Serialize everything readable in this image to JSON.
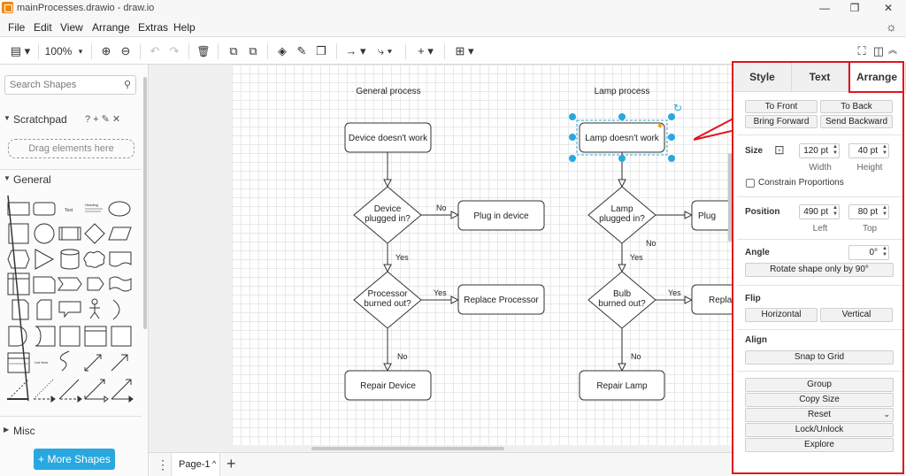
{
  "window": {
    "title": "mainProcesses.drawio - draw.io",
    "minimize": "—",
    "maximize": "❐",
    "close": "✕",
    "settings_icon": "☼"
  },
  "menu": [
    "File",
    "Edit",
    "View",
    "Arrange",
    "Extras",
    "Help"
  ],
  "toolbar": {
    "zoom": "100%",
    "panel_toggle_icon": "▤ ▾",
    "zoom_in_icon": "⊕",
    "zoom_out_icon": "⊖",
    "undo_icon": "↶",
    "redo_icon": "↷",
    "delete_icon": "🗑",
    "to_front_icon": "⧉",
    "to_back_icon": "⧉",
    "fill_icon": "◈",
    "line_color_icon": "✎",
    "shadow_icon": "❒",
    "connection_icon": "→ ▾",
    "waypoint_icon": "⤷ ▾",
    "insert_icon": "+ ▾",
    "table_icon": "⊞ ▾",
    "fullscreen_icon": "⛶",
    "format_icon": "◫",
    "collapse_icon": "︽"
  },
  "sidebar": {
    "search_placeholder": "Search Shapes",
    "scratchpad_label": "Scratchpad",
    "scratchpad_icons": "? + ✎ ✕",
    "drag_hint": "Drag elements here",
    "general_label": "General",
    "misc_label": "Misc",
    "more_shapes": "+ More Shapes",
    "shape_text_label": "Text",
    "shape_heading_label": "Heading",
    "shape_list_item_label": "List Item"
  },
  "diagram": {
    "general_title": "General process",
    "lamp_title": "Lamp process",
    "general": {
      "start": "Device doesn't work",
      "q1": [
        "Device",
        "plugged in?"
      ],
      "a1": "Plug in device",
      "q2": [
        "Processor",
        "burned out?"
      ],
      "a2": "Replace Processor",
      "end": "Repair Device"
    },
    "lamp": {
      "start": "Lamp doesn't work",
      "q1": [
        "Lamp",
        "plugged in?"
      ],
      "a1": "Plug",
      "q2": [
        "Bulb",
        "burned out?"
      ],
      "a2": "Repla",
      "end": "Repair Lamp"
    },
    "labels": {
      "yes": "Yes",
      "no": "No"
    }
  },
  "pagebar": {
    "menu_icon": "⋮",
    "page_name": "Page-1",
    "page_caret": "^",
    "add_icon": "+"
  },
  "format": {
    "tabs": {
      "style": "Style",
      "text": "Text",
      "arrange": "Arrange"
    },
    "to_front": "To Front",
    "to_back": "To Back",
    "bring_forward": "Bring Forward",
    "send_backward": "Send Backward",
    "size_label": "Size",
    "width_value": "120 pt",
    "height_value": "40 pt",
    "width_label": "Width",
    "height_label": "Height",
    "constrain": "Constrain Proportions",
    "position_label": "Position",
    "left_value": "490 pt",
    "top_value": "80 pt",
    "left_label": "Left",
    "top_label": "Top",
    "angle_label": "Angle",
    "angle_value": "0°",
    "rotate_button": "Rotate shape only by 90°",
    "flip_label": "Flip",
    "horizontal": "Horizontal",
    "vertical": "Vertical",
    "align_label": "Align",
    "snap_to_grid": "Snap to Grid",
    "group": "Group",
    "copy_size": "Copy Size",
    "reset": "Reset",
    "lock_unlock": "Lock/Unlock",
    "explore": "Explore"
  },
  "colors": {
    "highlight": "#e0141e",
    "selection": "#29a8e0",
    "accent": "#f08705"
  }
}
